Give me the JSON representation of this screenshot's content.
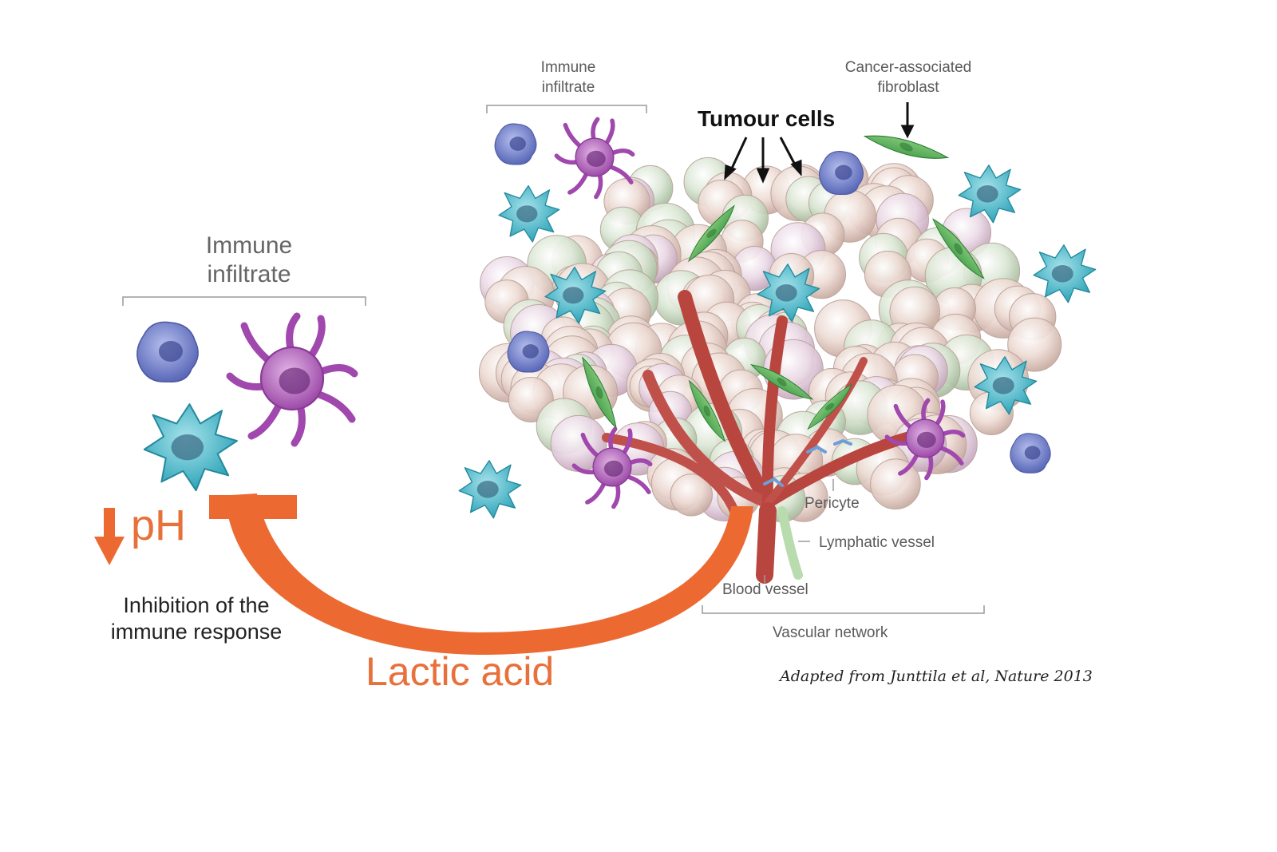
{
  "left_panel": {
    "title_line1": "Immune",
    "title_line2": "infiltrate",
    "ph_label": "pH",
    "effect_line1": "Inhibition of the",
    "effect_line2": "immune response"
  },
  "tumour_panel": {
    "immune_line1": "Immune",
    "immune_line2": "infiltrate",
    "caf_line1": "Cancer-associated",
    "caf_line2": "fibroblast",
    "tumour_cells": "Tumour cells",
    "pericyte": "Pericyte",
    "lymphatic_vessel": "Lymphatic vessel",
    "blood_vessel": "Blood vessel",
    "vascular_network": "Vascular network"
  },
  "flow": {
    "label": "Lactic acid",
    "color": "#ec6a32"
  },
  "citation": "Adapted from Junttila et al, Nature 2013",
  "colors": {
    "teal_cell": "#3fb6c8",
    "blue_cell": "#6f7fc6",
    "purple_cell": "#b05bb9",
    "fibroblast": "#4aa84a",
    "vessel": "#b8463f",
    "tumour_cell": "#e6cfc8"
  }
}
